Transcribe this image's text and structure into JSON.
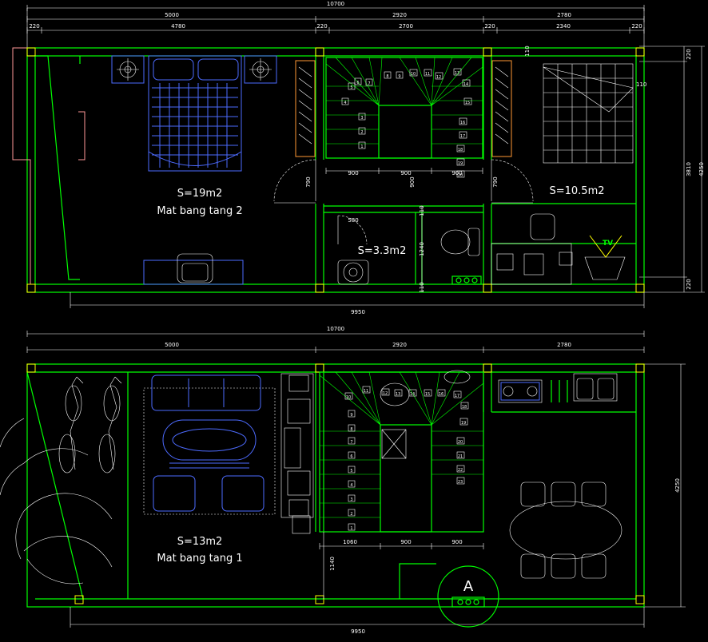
{
  "floor2": {
    "overall_dim": "10700",
    "seg_dims": [
      "5000",
      "2920",
      "2780"
    ],
    "sub_dims": [
      "220",
      "4780",
      "220",
      "2700",
      "220",
      "2340",
      "220"
    ],
    "right_dims": [
      "220",
      "3810",
      "220",
      "4250"
    ],
    "small_dims": [
      "110",
      "110"
    ],
    "stair_dims": [
      "900",
      "900",
      "900"
    ],
    "door_dims": [
      "790",
      "790",
      "900"
    ],
    "wc_dims": [
      "580",
      "110",
      "1240",
      "110"
    ],
    "bottom_dim": "9950",
    "bedroom_area": "S=19m2",
    "title": "Mat bang tang 2",
    "wc_area": "S=3.3m2",
    "room2_area": "S=10.5m2",
    "tv_label": "TV",
    "stair_left": [
      "7",
      "6",
      "5",
      "4",
      "3",
      "2",
      "1"
    ],
    "stair_top": [
      "8",
      "9",
      "10",
      "11",
      "12"
    ],
    "stair_right": [
      "13",
      "14",
      "15",
      "16",
      "17",
      "18",
      "19",
      "20"
    ]
  },
  "floor1": {
    "overall_dim": "10700",
    "seg_dims": [
      "5000",
      "2920",
      "2780"
    ],
    "right_dim": "4250",
    "stair_dims": [
      "1060",
      "900",
      "900"
    ],
    "side_dim": "1140",
    "bottom_dim": "9950",
    "living_area": "S=13m2",
    "title": "Mat bang tang 1",
    "section_mark": "A",
    "stair_left": [
      "10",
      "9",
      "8",
      "7",
      "6",
      "5",
      "4",
      "3",
      "2",
      "1"
    ],
    "stair_top": [
      "11",
      "12",
      "13",
      "14",
      "15",
      "16",
      "17"
    ],
    "stair_right": [
      "18",
      "19",
      "20",
      "21",
      "22",
      "23"
    ]
  },
  "colors": {
    "background": "#000000",
    "walls": "#00ff00",
    "furniture": "#4d6bff",
    "dimensions": "#ffffff",
    "columns": "#ffff00",
    "accent": "#ff66ff"
  }
}
